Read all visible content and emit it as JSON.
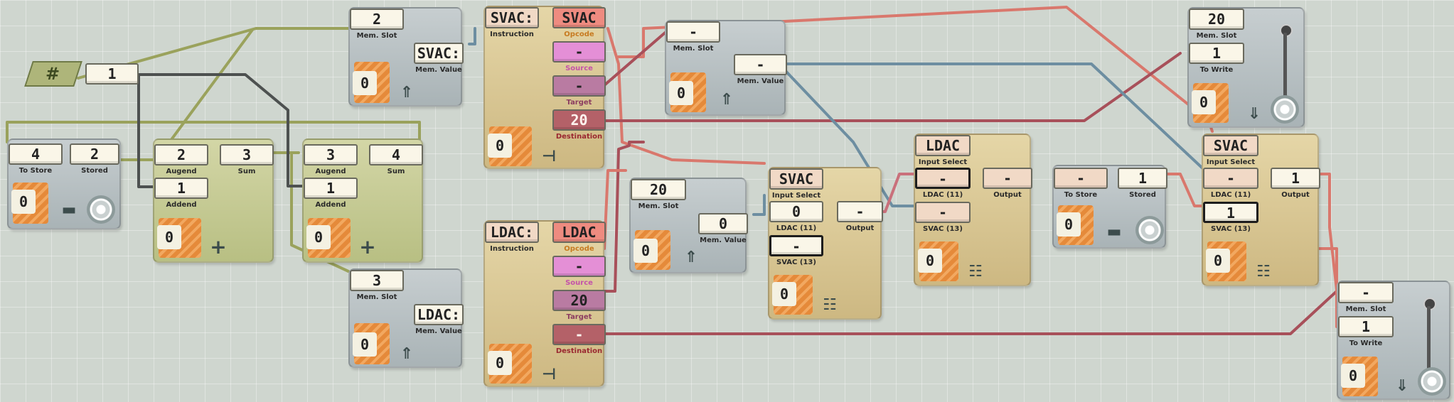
{
  "const_node": {
    "icon": "#",
    "value": "1"
  },
  "store_left": {
    "to_store": "4",
    "to_store_label": "To Store",
    "stored": "2",
    "stored_label": "Stored",
    "corner": "0"
  },
  "adder_1": {
    "augend": "2",
    "augend_label": "Augend",
    "addend": "1",
    "addend_label": "Addend",
    "sum": "3",
    "sum_label": "Sum",
    "corner": "0",
    "op": "+"
  },
  "adder_2": {
    "augend": "3",
    "augend_label": "Augend",
    "addend": "1",
    "addend_label": "Addend",
    "sum": "4",
    "sum_label": "Sum",
    "corner": "0",
    "op": "+"
  },
  "mem_read_top": {
    "slot": "2",
    "slot_label": "Mem. Slot",
    "value": "SVAC:",
    "value_label": "Mem. Value",
    "corner": "0"
  },
  "mem_read_bottom": {
    "slot": "3",
    "slot_label": "Mem. Slot",
    "value": "LDAC:",
    "value_label": "Mem. Value",
    "corner": "0"
  },
  "decoder_top": {
    "instruction": "SVAC:",
    "instruction_label": "Instruction",
    "opcode": "SVAC",
    "opcode_label": "Opcode",
    "source": "-",
    "source_label": "Source",
    "target": "-",
    "target_label": "Target",
    "destination": "20",
    "destination_label": "Destination",
    "corner": "0"
  },
  "decoder_bottom": {
    "instruction": "LDAC:",
    "instruction_label": "Instruction",
    "opcode": "LDAC",
    "opcode_label": "Opcode",
    "source": "-",
    "source_label": "Source",
    "target": "20",
    "target_label": "Target",
    "destination": "-",
    "destination_label": "Destination",
    "corner": "0"
  },
  "mem_read_mid_top": {
    "slot": "-",
    "slot_label": "Mem. Slot",
    "value": "-",
    "value_label": "Mem. Value",
    "corner": "0"
  },
  "mem_read_mid_bottom": {
    "slot": "20",
    "slot_label": "Mem. Slot",
    "value": "0",
    "value_label": "Mem. Value",
    "corner": "0"
  },
  "select_1": {
    "input_select": "SVAC",
    "input_select_label": "Input Select",
    "in1": "0",
    "in1_label": "LDAC (11)",
    "in2": "-",
    "in2_label": "SVAC (13)",
    "output": "-",
    "output_label": "Output",
    "corner": "0"
  },
  "select_2": {
    "input_select": "LDAC",
    "input_select_label": "Input Select",
    "in1": "-",
    "in1_label": "LDAC (11)",
    "in2": "-",
    "in2_label": "SVAC (13)",
    "output": "-",
    "output_label": "Output",
    "corner": "0"
  },
  "store_mid": {
    "to_store": "-",
    "to_store_label": "To Store",
    "stored": "1",
    "stored_label": "Stored",
    "corner": "0"
  },
  "select_3": {
    "input_select": "SVAC",
    "input_select_label": "Input Select",
    "in1": "-",
    "in1_label": "LDAC (11)",
    "in2": "1",
    "in2_label": "SVAC (13)",
    "output": "1",
    "output_label": "Output",
    "corner": "0"
  },
  "mem_write_top": {
    "slot": "20",
    "slot_label": "Mem. Slot",
    "write": "1",
    "write_label": "To Write",
    "corner": "0"
  },
  "mem_write_bottom": {
    "slot": "-",
    "slot_label": "Mem. Slot",
    "write": "1",
    "write_label": "To Write",
    "corner": "0"
  },
  "colors": {
    "wire_green": "#9aa25c",
    "wire_gray": "#4d5150",
    "wire_red": "#d9786d",
    "wire_maroon": "#a8505a",
    "wire_blue": "#6d8ea1",
    "wire_pink": "#c9707b"
  }
}
